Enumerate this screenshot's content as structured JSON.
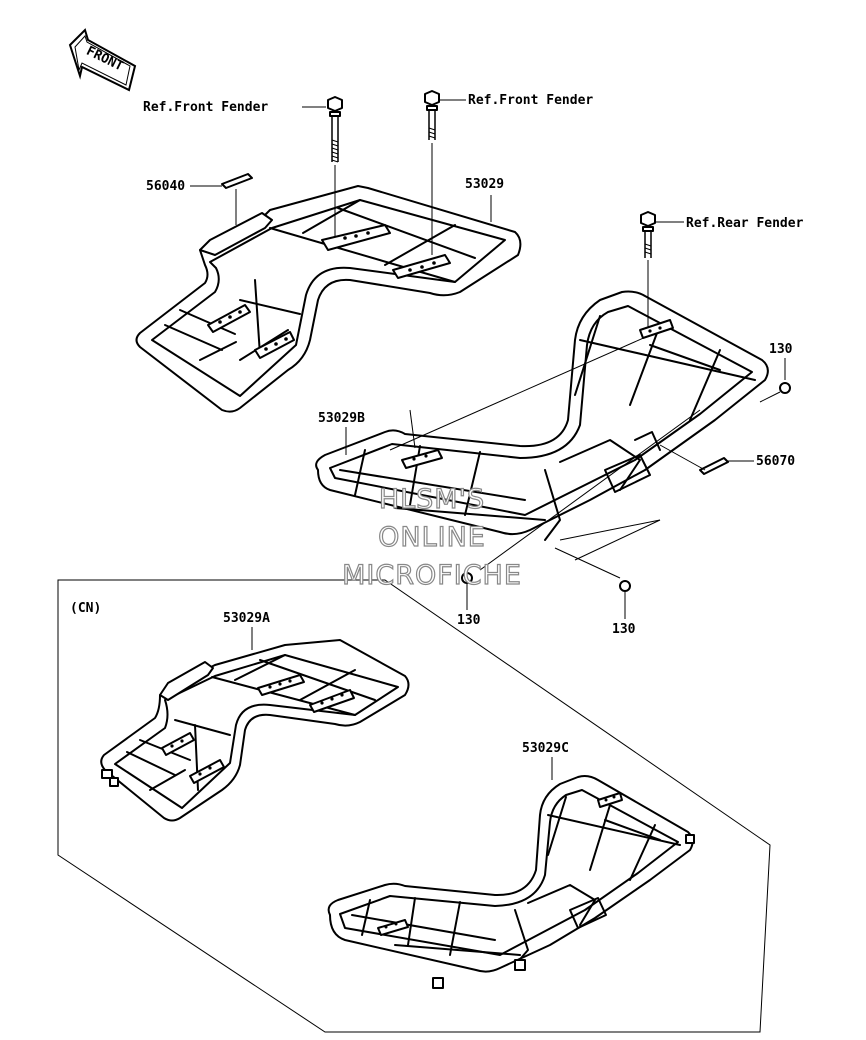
{
  "labels": {
    "front_arrow": "FRONT",
    "ref_front_fender_1": "Ref.Front Fender",
    "ref_front_fender_2": "Ref.Front Fender",
    "ref_rear_fender": "Ref.Rear Fender",
    "p56040": "56040",
    "p53029": "53029",
    "p53029B": "53029B",
    "p130_a": "130",
    "p130_b": "130",
    "p130_c": "130",
    "p56070": "56070",
    "cn": "(CN)",
    "p53029A": "53029A",
    "p53029C": "53029C"
  },
  "watermark": [
    "HLSM'S",
    "ONLINE",
    "MICROFICHE"
  ]
}
